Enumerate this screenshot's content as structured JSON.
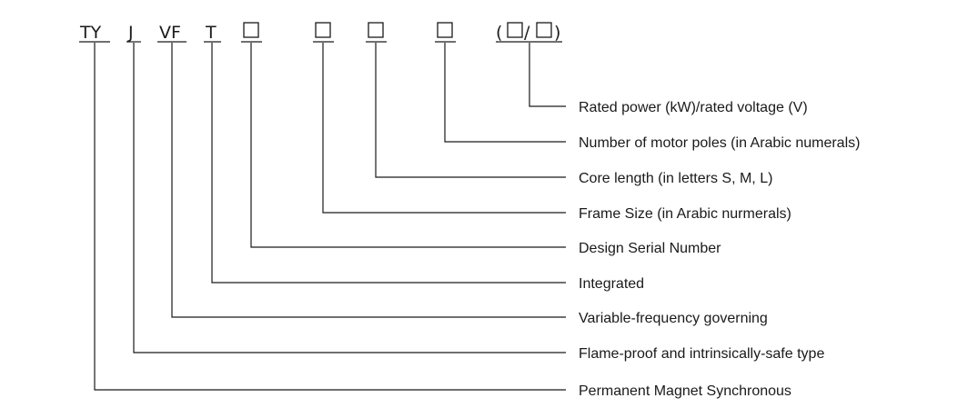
{
  "segments": [
    {
      "id": "ty",
      "code": "TY",
      "placeholder": false,
      "label": "Permanent Magnet Synchronous"
    },
    {
      "id": "j",
      "code": "J",
      "placeholder": false,
      "label": "Flame-proof and intrinsically-safe type"
    },
    {
      "id": "vf",
      "code": "VF",
      "placeholder": false,
      "label": "Variable-frequency governing"
    },
    {
      "id": "t",
      "code": "T",
      "placeholder": false,
      "label": "Integrated"
    },
    {
      "id": "design",
      "code": "",
      "placeholder": true,
      "label": "Design Serial Number"
    },
    {
      "id": "frame",
      "code": "",
      "placeholder": true,
      "label": "Frame Size (in Arabic nurmerals)"
    },
    {
      "id": "core",
      "code": "",
      "placeholder": true,
      "label": "Core length (in letters S, M, L)"
    },
    {
      "id": "poles",
      "code": "",
      "placeholder": true,
      "label": "Number of motor poles (in Arabic numerals)"
    },
    {
      "id": "power",
      "code": "(□/□)",
      "placeholder": true,
      "label": "Rated power (kW)/rated voltage (V)"
    }
  ],
  "colors": {
    "line": "#1a1a1a",
    "background": "#ffffff"
  }
}
